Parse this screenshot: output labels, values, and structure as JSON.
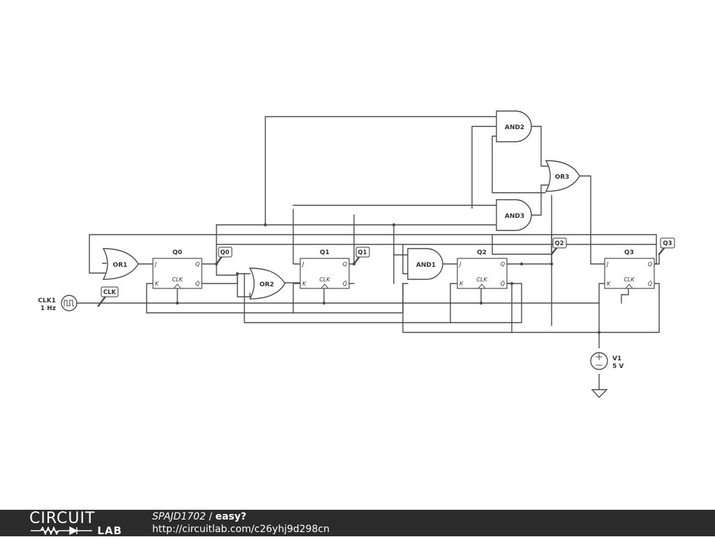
{
  "schematic": {
    "clock": {
      "name": "CLK1",
      "freq": "1 Hz",
      "tag": "CLK"
    },
    "source": {
      "name": "V1",
      "value": "5 V"
    },
    "gates": {
      "or1": "OR1",
      "or2": "OR2",
      "or3": "OR3",
      "and1": "AND1",
      "and2": "AND2",
      "and3": "AND3"
    },
    "flipflops": [
      {
        "name": "Q0",
        "tag": "Q0"
      },
      {
        "name": "Q1",
        "tag": "Q1"
      },
      {
        "name": "Q2",
        "tag": "Q2"
      },
      {
        "name": "Q3",
        "tag": "Q3"
      }
    ],
    "pins": {
      "j": "J",
      "k": "K",
      "clk": "CLK",
      "q": "Q",
      "qbar": "Q̄"
    }
  },
  "footer": {
    "logo_top": "CIRCUIT",
    "logo_bottom": "LAB",
    "user": "SPAJD1702",
    "separator": " / ",
    "circuit_name": "easy?",
    "url": "http://circuitlab.com/c26yhj9d298cn"
  }
}
